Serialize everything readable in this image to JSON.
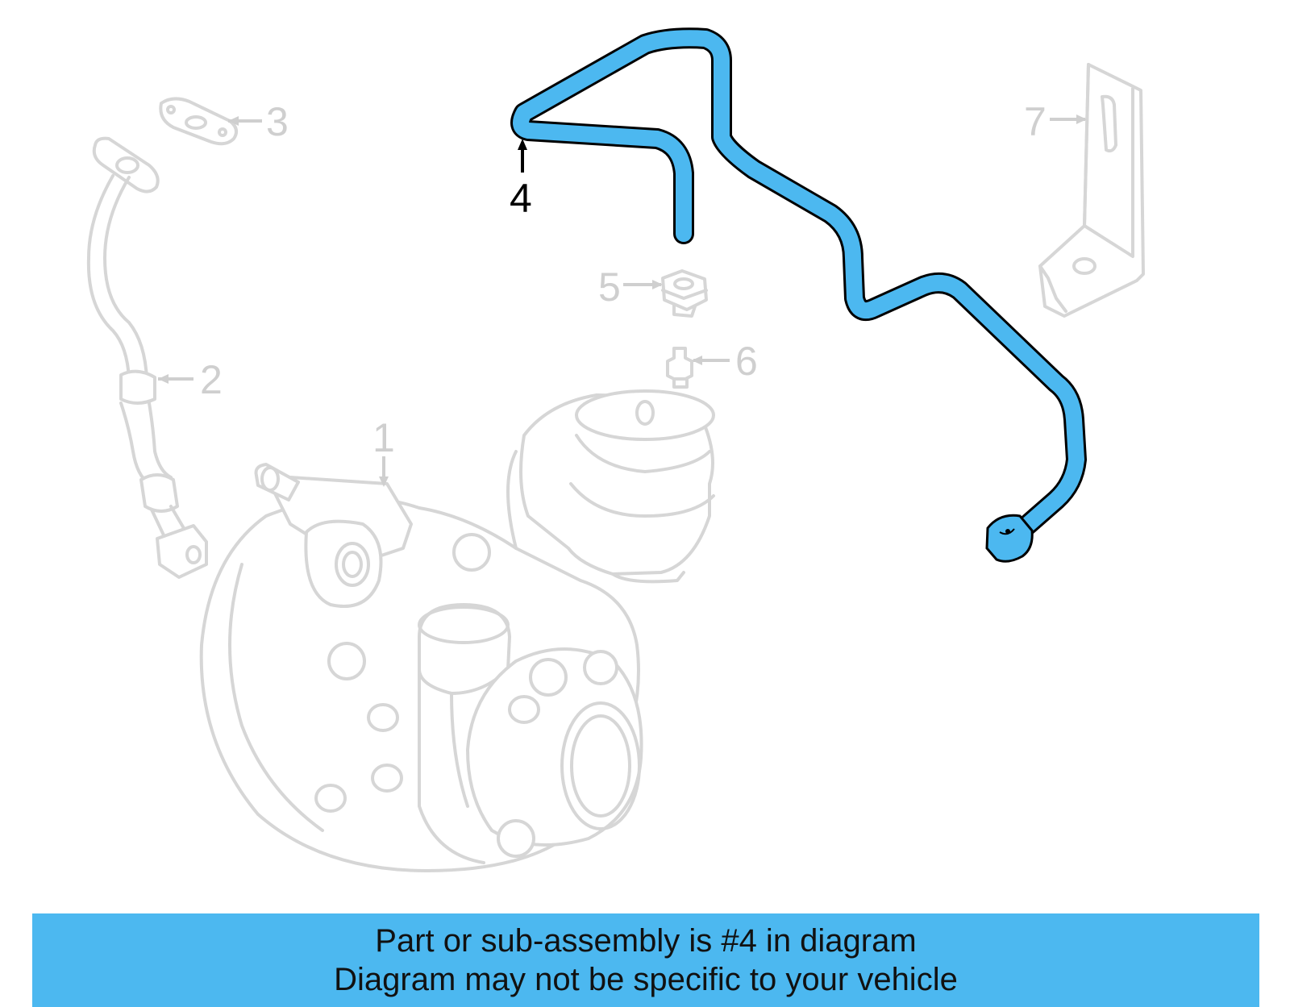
{
  "diagram": {
    "callouts": [
      {
        "id": "1",
        "label": "1",
        "highlighted": false
      },
      {
        "id": "2",
        "label": "2",
        "highlighted": false
      },
      {
        "id": "3",
        "label": "3",
        "highlighted": false
      },
      {
        "id": "4",
        "label": "4",
        "highlighted": true
      },
      {
        "id": "5",
        "label": "5",
        "highlighted": false
      },
      {
        "id": "6",
        "label": "6",
        "highlighted": false
      },
      {
        "id": "7",
        "label": "7",
        "highlighted": false
      }
    ],
    "highlight_color": "#4cb8f0",
    "ghost_color": "#d6d6d6"
  },
  "banner": {
    "line1": "Part or sub-assembly is #4 in diagram",
    "line2": "Diagram may not be specific to your vehicle",
    "background": "#4cb8f0"
  }
}
